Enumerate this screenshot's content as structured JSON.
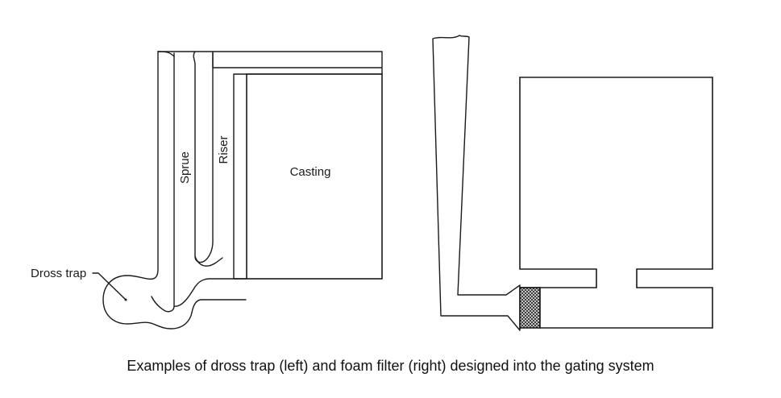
{
  "left_diagram": {
    "sprue_label": "Sprue",
    "riser_label": "Riser",
    "casting_label": "Casting",
    "dross_trap_label": "Dross trap"
  },
  "caption": "Examples of dross trap (left) and foam filter (right) designed into the gating system",
  "colors": {
    "stroke": "#1a1a1a",
    "filter_fill": "#444444",
    "background": "#ffffff"
  }
}
